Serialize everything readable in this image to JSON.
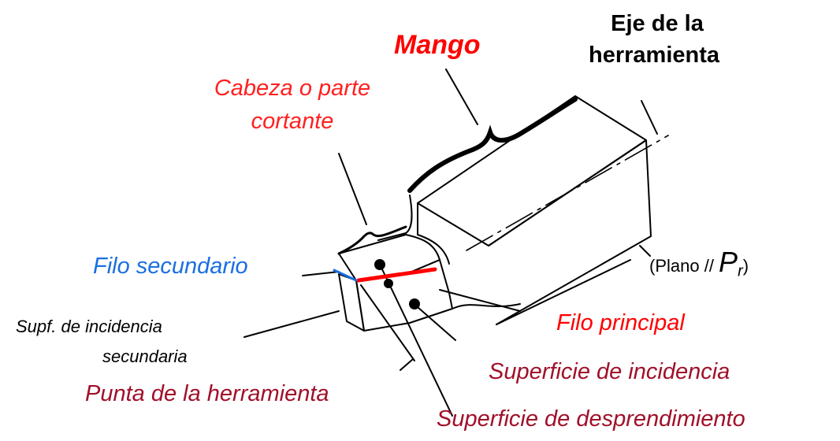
{
  "labels": {
    "mango": "Mango",
    "eje_line1": "Eje de la",
    "eje_line2": "herramienta",
    "cabeza_line1": "Cabeza o parte",
    "cabeza_line2": "cortante",
    "filo_secundario": "Filo secundario",
    "plano_prefix": "(Plano // ",
    "plano_symbol": "P",
    "plano_subscript": "r",
    "plano_suffix": ")",
    "supf_line1": "Supf. de incidencia",
    "supf_line2": "secundaria",
    "filo_principal": "Filo principal",
    "superficie_incidencia": "Superficie de incidencia",
    "punta": "Punta de la herramienta",
    "superficie_desprendimiento": "Superficie de desprendimiento"
  },
  "colors": {
    "red": "#ff0000",
    "dark_red": "#a0102a",
    "blue": "#1a6fe0",
    "black": "#000000"
  }
}
